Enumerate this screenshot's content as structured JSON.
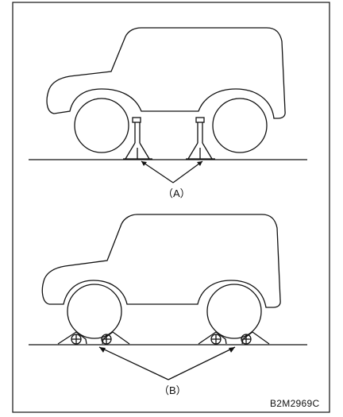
{
  "labels": {
    "a": "（A）",
    "b": "（B）",
    "figure_code": "B2M2969C"
  },
  "colors": {
    "line": "#111111",
    "background": "#ffffff"
  }
}
